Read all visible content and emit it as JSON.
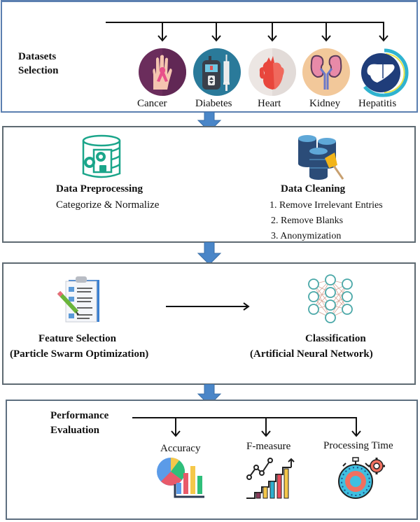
{
  "datasets": {
    "title_line1": "Datasets",
    "title_line2": "Selection",
    "items": [
      {
        "label": "Cancer",
        "icon": "cancer-hand-ribbon-icon"
      },
      {
        "label": "Diabetes",
        "icon": "glucose-meter-syringe-icon"
      },
      {
        "label": "Heart",
        "icon": "heart-organ-icon"
      },
      {
        "label": "Kidney",
        "icon": "kidneys-icon"
      },
      {
        "label": "Hepatitis",
        "icon": "liver-icon"
      }
    ]
  },
  "preprocessing": {
    "left_title": "Data Preprocessing",
    "left_subtitle": "Categorize & Normalize",
    "right_title": "Data Cleaning",
    "right_steps": [
      "1. Remove Irrelevant Entries",
      "2. Remove Blanks",
      "3. Anonymization"
    ]
  },
  "modeling": {
    "left_title": "Feature Selection",
    "left_subtitle": "(Particle Swarm Optimization)",
    "right_title": "Classification",
    "right_subtitle": "(Artificial Neural Network)"
  },
  "evaluation": {
    "title_line1": "Performance",
    "title_line2": "Evaluation",
    "metrics": [
      {
        "label": "Accuracy",
        "icon": "pie-bar-chart-icon"
      },
      {
        "label": "F-measure",
        "icon": "growth-chart-icon"
      },
      {
        "label": "Processing Time",
        "icon": "stopwatch-gear-icon"
      }
    ]
  },
  "colors": {
    "flow_arrow": "#4a86c8",
    "box1_border": "#5b7fb0",
    "box_border": "#5e6a72"
  }
}
